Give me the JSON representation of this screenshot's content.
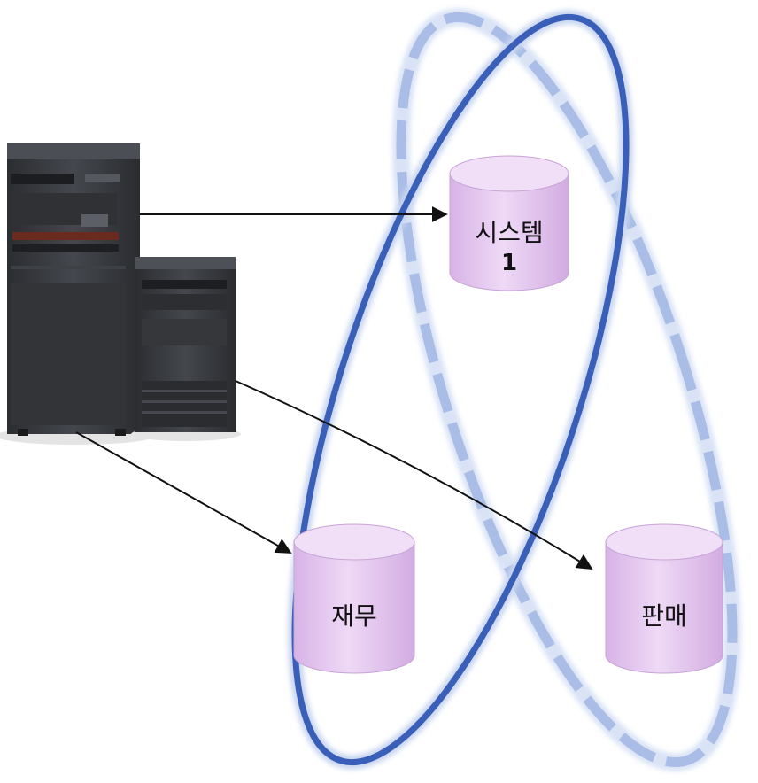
{
  "diagram": {
    "disks": {
      "system": {
        "line1": "시스템",
        "line2": "1"
      },
      "finance": {
        "label": "재무"
      },
      "sales": {
        "label": "판매"
      }
    },
    "colors": {
      "disk_fill": "#e6c8f0",
      "disk_top": "#f1dff7",
      "disk_edge": "#c7a3d6",
      "solid_ring": "#3a5fb8",
      "dashed_ring": "#aabfe6",
      "server_body": "#3a3d42",
      "arrow": "#111111"
    }
  }
}
